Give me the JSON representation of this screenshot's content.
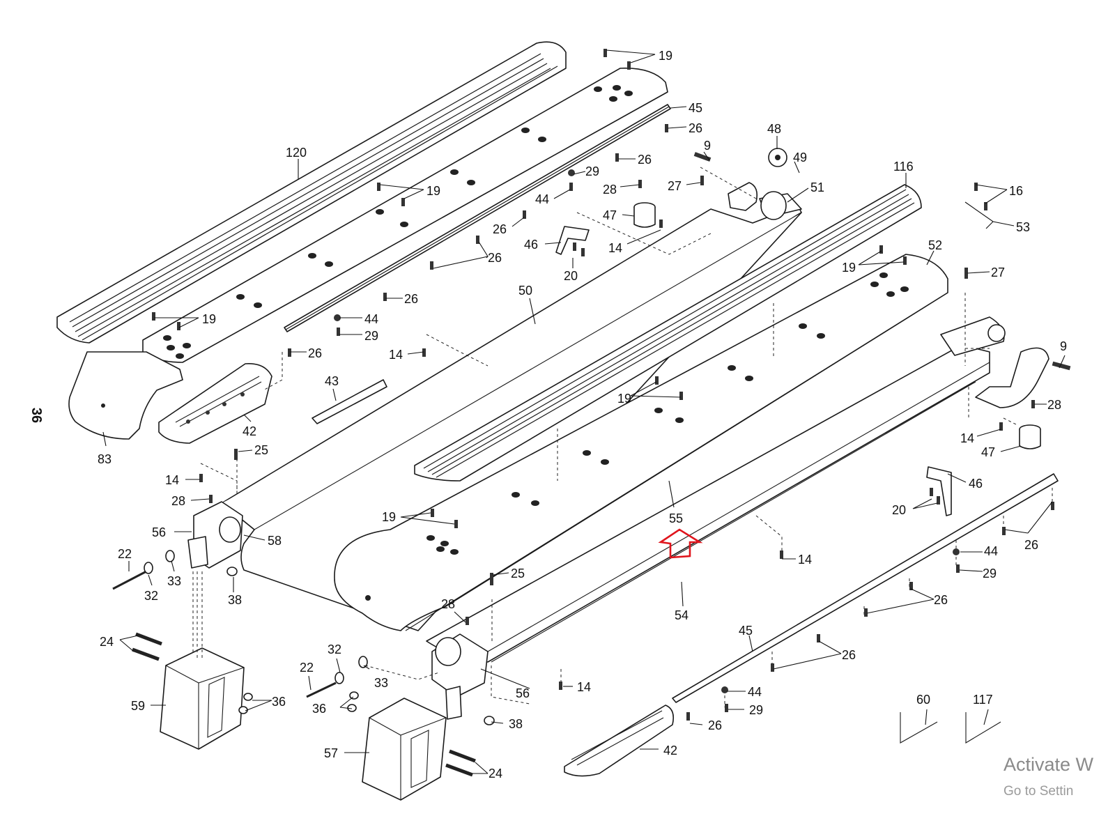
{
  "page_number": "36",
  "labels": {
    "p19a": "19",
    "p45a": "45",
    "p26a": "26",
    "p120": "120",
    "p26b": "26",
    "p19b": "19",
    "p48": "48",
    "p9a": "9",
    "p49": "49",
    "p116": "116",
    "p29a": "29",
    "p27a": "27",
    "p28a": "28",
    "p51": "51",
    "p16": "16",
    "p44a": "44",
    "p47a": "47",
    "p53": "53",
    "p26c": "26",
    "p52": "52",
    "p46a": "46",
    "p14a": "14",
    "p26d": "26",
    "p19c": "19",
    "p27b": "27",
    "p20a": "20",
    "p50": "50",
    "p26e": "26",
    "p19d": "19",
    "p44b": "44",
    "p29b": "29",
    "p9b": "9",
    "p26f": "26",
    "p14b": "14",
    "p43": "43",
    "p28b": "28",
    "p19e": "19",
    "p42a": "42",
    "p14c": "14",
    "p83": "83",
    "p25a": "25",
    "p47b": "47",
    "p14d": "14",
    "p46b": "46",
    "p28c": "28",
    "p20b": "20",
    "p19f": "19",
    "p56a": "56",
    "p58": "58",
    "p55": "55",
    "p26g": "26",
    "p22a": "22",
    "p44c": "44",
    "p14e": "14",
    "p33a": "33",
    "p25b": "25",
    "p29c": "29",
    "p32a": "32",
    "p38a": "38",
    "p26h": "26",
    "p28d": "28",
    "p54": "54",
    "p24a": "24",
    "p45b": "45",
    "p26i": "26",
    "p32b": "32",
    "p22b": "22",
    "p33b": "33",
    "p36a": "36",
    "p59": "59",
    "p14f": "14",
    "p44d": "44",
    "p36b": "36",
    "p56b": "56",
    "p29d": "29",
    "p60": "60",
    "p117": "117",
    "p38b": "38",
    "p26j": "26",
    "p42b": "42",
    "p57": "57",
    "p24b": "24"
  },
  "watermark": {
    "line1": "Activate W",
    "line2": "Go to Settin"
  },
  "colors": {
    "line": "#1a1a1a",
    "highlight_arrow": "#e0141c",
    "watermark": "#8a8a8a"
  }
}
